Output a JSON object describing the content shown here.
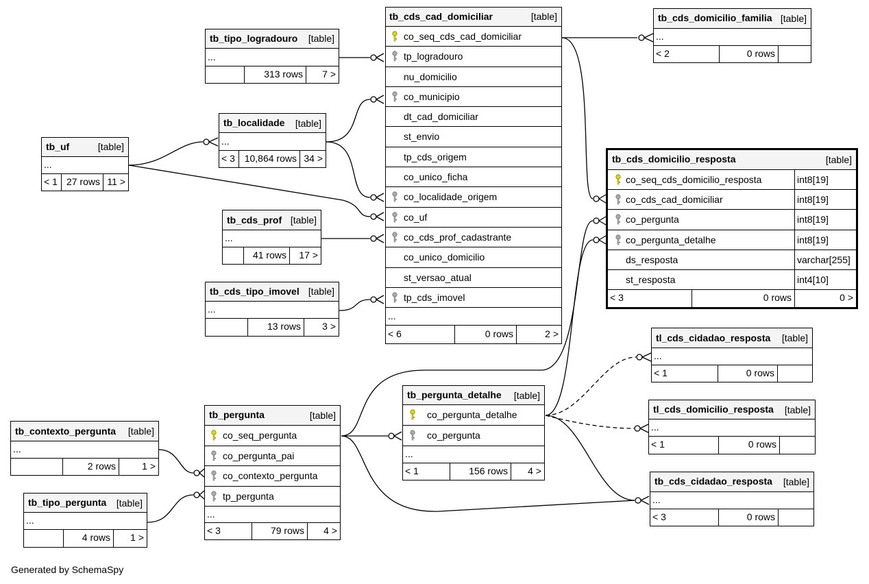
{
  "footer": {
    "generated_by": "Generated by SchemaSpy"
  },
  "colors": {
    "primary_key": "#e8d800",
    "foreign_key": "#aaaaaa",
    "header_bg": "#f4f4f4"
  },
  "tables": {
    "tb_cds_cad_domiciliar": {
      "name": "tb_cds_cad_domiciliar",
      "tag": "[table]",
      "columns": [
        {
          "name": "co_seq_cds_cad_domiciliar",
          "key": "pk"
        },
        {
          "name": "tp_logradouro",
          "key": "fk"
        },
        {
          "name": "nu_domicilio",
          "key": ""
        },
        {
          "name": "co_municipio",
          "key": "fk"
        },
        {
          "name": "dt_cad_domiciliar",
          "key": ""
        },
        {
          "name": "st_envio",
          "key": ""
        },
        {
          "name": "tp_cds_origem",
          "key": ""
        },
        {
          "name": "co_unico_ficha",
          "key": ""
        },
        {
          "name": "co_localidade_origem",
          "key": "fk"
        },
        {
          "name": "co_uf",
          "key": "fk"
        },
        {
          "name": "co_cds_prof_cadastrante",
          "key": "fk"
        },
        {
          "name": "co_unico_domicilio",
          "key": ""
        },
        {
          "name": "st_versao_atual",
          "key": ""
        },
        {
          "name": "tp_cds_imovel",
          "key": "fk"
        }
      ],
      "ellipsis": "...",
      "parents": "< 6",
      "rows": "0 rows",
      "children": "2 >"
    },
    "tb_tipo_logradouro": {
      "name": "tb_tipo_logradouro",
      "tag": "[table]",
      "ellipsis": "...",
      "parents": "",
      "rows": "313 rows",
      "children": "7 >"
    },
    "tb_localidade": {
      "name": "tb_localidade",
      "tag": "[table]",
      "ellipsis": "...",
      "parents": "< 3",
      "rows": "10,864 rows",
      "children": "34 >"
    },
    "tb_uf": {
      "name": "tb_uf",
      "tag": "[table]",
      "ellipsis": "...",
      "parents": "< 1",
      "rows": "27 rows",
      "children": "11 >"
    },
    "tb_cds_prof": {
      "name": "tb_cds_prof",
      "tag": "[table]",
      "ellipsis": "...",
      "parents": "",
      "rows": "41 rows",
      "children": "17 >"
    },
    "tb_cds_tipo_imovel": {
      "name": "tb_cds_tipo_imovel",
      "tag": "[table]",
      "ellipsis": "...",
      "parents": "",
      "rows": "13 rows",
      "children": "3 >"
    },
    "tb_cds_domicilio_familia": {
      "name": "tb_cds_domicilio_familia",
      "tag": "[table]",
      "ellipsis": "...",
      "parents": "< 2",
      "rows": "0 rows",
      "children": ""
    },
    "tb_cds_domicilio_resposta": {
      "name": "tb_cds_domicilio_resposta",
      "tag": "[table]",
      "columns": [
        {
          "name": "co_seq_cds_domicilio_resposta",
          "type": "int8[19]",
          "key": "pk"
        },
        {
          "name": "co_cds_cad_domiciliar",
          "type": "int8[19]",
          "key": "fk"
        },
        {
          "name": "co_pergunta",
          "type": "int8[19]",
          "key": "fk"
        },
        {
          "name": "co_pergunta_detalhe",
          "type": "int8[19]",
          "key": "fk"
        },
        {
          "name": "ds_resposta",
          "type": "varchar[255]",
          "key": ""
        },
        {
          "name": "st_resposta",
          "type": "int4[10]",
          "key": ""
        }
      ],
      "parents": "< 3",
      "rows": "0 rows",
      "children": "0 >"
    },
    "tl_cds_cidadao_resposta": {
      "name": "tl_cds_cidadao_resposta",
      "tag": "[table]",
      "ellipsis": "...",
      "parents": "< 1",
      "rows": "0 rows",
      "children": ""
    },
    "tl_cds_domicilio_resposta": {
      "name": "tl_cds_domicilio_resposta",
      "tag": "[table]",
      "ellipsis": "...",
      "parents": "< 1",
      "rows": "0 rows",
      "children": ""
    },
    "tb_cds_cidadao_resposta": {
      "name": "tb_cds_cidadao_resposta",
      "tag": "[table]",
      "ellipsis": "...",
      "parents": "< 3",
      "rows": "0 rows",
      "children": ""
    },
    "tb_pergunta_detalhe": {
      "name": "tb_pergunta_detalhe",
      "tag": "[table]",
      "columns": [
        {
          "name": "co_pergunta_detalhe",
          "key": "pk"
        },
        {
          "name": "co_pergunta",
          "key": "fk"
        }
      ],
      "ellipsis": "...",
      "parents": "< 1",
      "rows": "156 rows",
      "children": "4 >"
    },
    "tb_pergunta": {
      "name": "tb_pergunta",
      "tag": "[table]",
      "columns": [
        {
          "name": "co_seq_pergunta",
          "key": "pk"
        },
        {
          "name": "co_pergunta_pai",
          "key": "fk"
        },
        {
          "name": "co_contexto_pergunta",
          "key": "fk"
        },
        {
          "name": "tp_pergunta",
          "key": "fk"
        }
      ],
      "ellipsis": "...",
      "parents": "< 3",
      "rows": "79 rows",
      "children": "4 >"
    },
    "tb_contexto_pergunta": {
      "name": "tb_contexto_pergunta",
      "tag": "[table]",
      "ellipsis": "...",
      "parents": "",
      "rows": "2 rows",
      "children": "1 >"
    },
    "tb_tipo_pergunta": {
      "name": "tb_tipo_pergunta",
      "tag": "[table]",
      "ellipsis": "...",
      "parents": "",
      "rows": "4 rows",
      "children": "1 >"
    }
  }
}
